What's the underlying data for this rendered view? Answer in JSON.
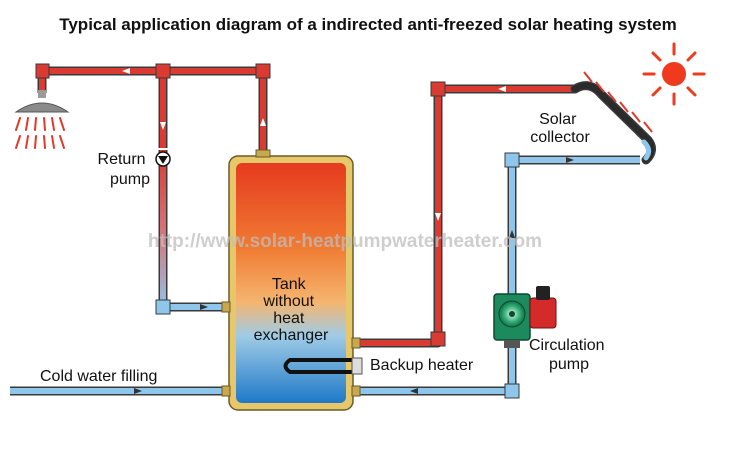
{
  "title": "Typical application diagram of a indirected anti-freezed solar heating system",
  "watermark": "http://www.solar-heatpumpwaterheater.com",
  "labels": {
    "return_pump": [
      "Return",
      "pump"
    ],
    "solar_collector": [
      "Solar",
      "collector"
    ],
    "tank": [
      "Tank",
      "without",
      "heat",
      "exchanger"
    ],
    "backup_heater": "Backup heater",
    "circulation_pump": [
      "Circulation",
      "pump"
    ],
    "cold_water_filling": "Cold water filling"
  },
  "icons": {
    "sun": "sun-icon",
    "shower": "shower-head-icon",
    "return_pump": "return-pump-icon",
    "circulation_pump": "circulation-pump-icon",
    "heater": "backup-heater-icon",
    "flow_arrow": "flow-arrow-icon"
  },
  "colors": {
    "hot_pipe": "#d93a32",
    "cold_pipe": "#8fc6ec",
    "pipe_outline": "#3a3a3a",
    "tank_top": "#e53b1f",
    "tank_middle": "#f39a52",
    "tank_bottom": "#2f84d0",
    "tank_shell": "#e6c76a",
    "sun": "#ef3a1e",
    "collector": "#2b2b2b",
    "pump_body": "#19a06a"
  }
}
